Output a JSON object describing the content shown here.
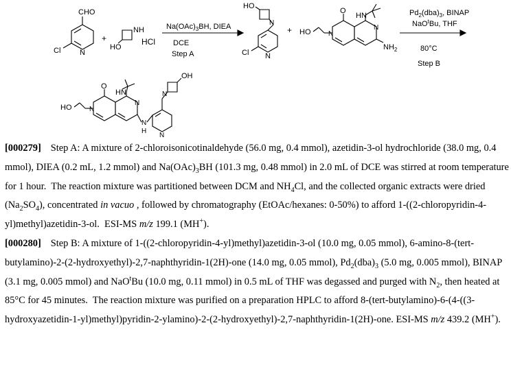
{
  "scheme": {
    "sm1": {
      "cho": "CHO",
      "cl": "Cl",
      "n": "N"
    },
    "plus1": "+",
    "sm2": {
      "nh": "NH",
      "ho": "HO",
      "hcl": "HCl"
    },
    "arrowA": {
      "reagent": "Na(OAc)3BH, DIEA",
      "solvent": "DCE",
      "step": "Step A"
    },
    "int1": {
      "ho": "HO",
      "n_az": "N",
      "cl": "Cl",
      "n_py": "N"
    },
    "plus2": "+",
    "sm3": {
      "ho": "HO",
      "n_amide": "N",
      "o": "O",
      "hn": "HN",
      "n_ring": "N",
      "nh2": "NH2"
    },
    "arrowB": {
      "catalyst": "Pd2(dba)3, BINAP",
      "base": "NaOtBu, THF",
      "temp": "80°C",
      "step": "Step B"
    },
    "product": {
      "ho_left": "HO",
      "n_amide": "N",
      "o": "O",
      "hn": "HN",
      "n_ring": "N",
      "nh": "H",
      "nh_n": "N",
      "n_py": "N",
      "n_az": "N",
      "oh": "OH"
    }
  },
  "paragraphs": [
    {
      "number": "[000279]",
      "text": "Step A: A mixture of 2-chloroisonicotinaldehyde (56.0 mg, 0.4 mmol), azetidin-3-ol hydrochloride (38.0 mg, 0.4 mmol), DIEA (0.2 mL, 1.2 mmol) and Na(OAc)3BH (101.3 mg, 0.48 mmol) in 2.0 mL of DCE was stirred at room temperature for 1 hour.  The reaction mixture was partitioned between DCM and NH4Cl, and the collected organic extracts were dried (Na2SO4), concentrated in vacuo , followed by chromatography (EtOAc/hexanes: 0-50%) to afford 1-((2-chloropyridin-4-yl)methyl)azetidin-3-ol.  ESI-MS m/z 199.1 (MH+)."
    },
    {
      "number": "[000280]",
      "text": "Step B: A mixture of 1-((2-chloropyridin-4-yl)methyl)azetidin-3-ol (10.0 mg, 0.05 mmol), 6-amino-8-(tert-butylamino)-2-(2-hydroxyethyl)-2,7-naphthyridin-1(2H)-one (14.0 mg, 0.05 mmol), Pd2(dba)3 (5.0 mg, 0.005 mmol), BINAP (3.1 mg, 0.005 mmol) and NaOtBu (10.0 mg, 0.11 mmol) in 0.5 mL of THF was degassed and purged with N2, then heated at 85°C for 45 minutes.  The reaction mixture was purified on a preparation HPLC to afford 8-(tert-butylamino)-6-(4-((3-hydroxyazetidin-1-yl)methyl)pyridin-2-ylamino)-2-(2-hydroxyethyl)-2,7-naphthyridin-1(2H)-one. ESI-MS m/z 439.2 (MH+)."
    }
  ]
}
